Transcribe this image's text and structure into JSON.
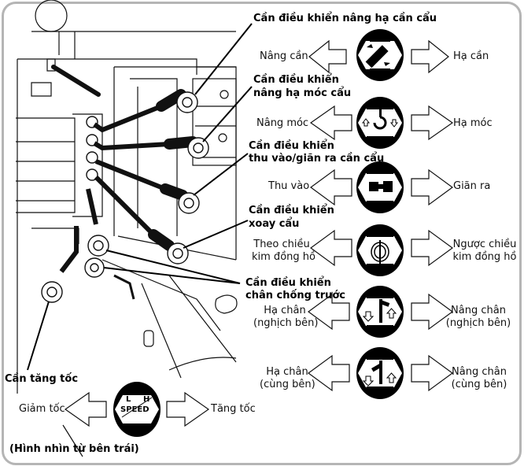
{
  "diagram": {
    "caption": "(Hình nhìn từ bên trái)",
    "callouts": {
      "boom_lift": "Cần điều khiển nâng hạ cần cẩu",
      "hook_lift_l1": "Cần điều khiển",
      "hook_lift_l2": "nâng hạ móc cẩu",
      "telescope_l1": "Cần điều khiển",
      "telescope_l2": "thu vào/giãn ra cần cẩu",
      "swing_l1": "Cần điều khiển",
      "swing_l2": "xoay cẩu",
      "outrigger_l1": "Cần điều khiển",
      "outrigger_l2": "chân chống trước",
      "throttle": "Cần tăng tốc"
    },
    "controls": [
      {
        "icon": "boom-lift-symbol-icon",
        "left": "Nâng cần",
        "right": "Hạ cần"
      },
      {
        "icon": "hook-symbol-icon",
        "left": "Nâng móc",
        "right": "Hạ móc"
      },
      {
        "icon": "telescope-symbol-icon",
        "left": "Thu vào",
        "right": "Giãn ra"
      },
      {
        "icon": "swing-symbol-icon",
        "left_l1": "Theo chiều",
        "left_l2": "kim đồng hồ",
        "right_l1": "Ngược chiều",
        "right_l2": "kim đồng hồ"
      },
      {
        "icon": "outrigger-opposite-symbol-icon",
        "left_l1": "Hạ chân",
        "left_l2": "(nghịch bên)",
        "right_l1": "Nâng chân",
        "right_l2": "(nghịch bên)"
      },
      {
        "icon": "outrigger-same-symbol-icon",
        "left_l1": "Hạ chân",
        "left_l2": "(cùng bên)",
        "right_l1": "Nâng chân",
        "right_l2": "(cùng bên)"
      }
    ],
    "speed": {
      "left": "Giảm tốc",
      "right": "Tăng tốc",
      "sym_l": "L",
      "sym_h": "H",
      "sym_word": "SPEED"
    }
  }
}
